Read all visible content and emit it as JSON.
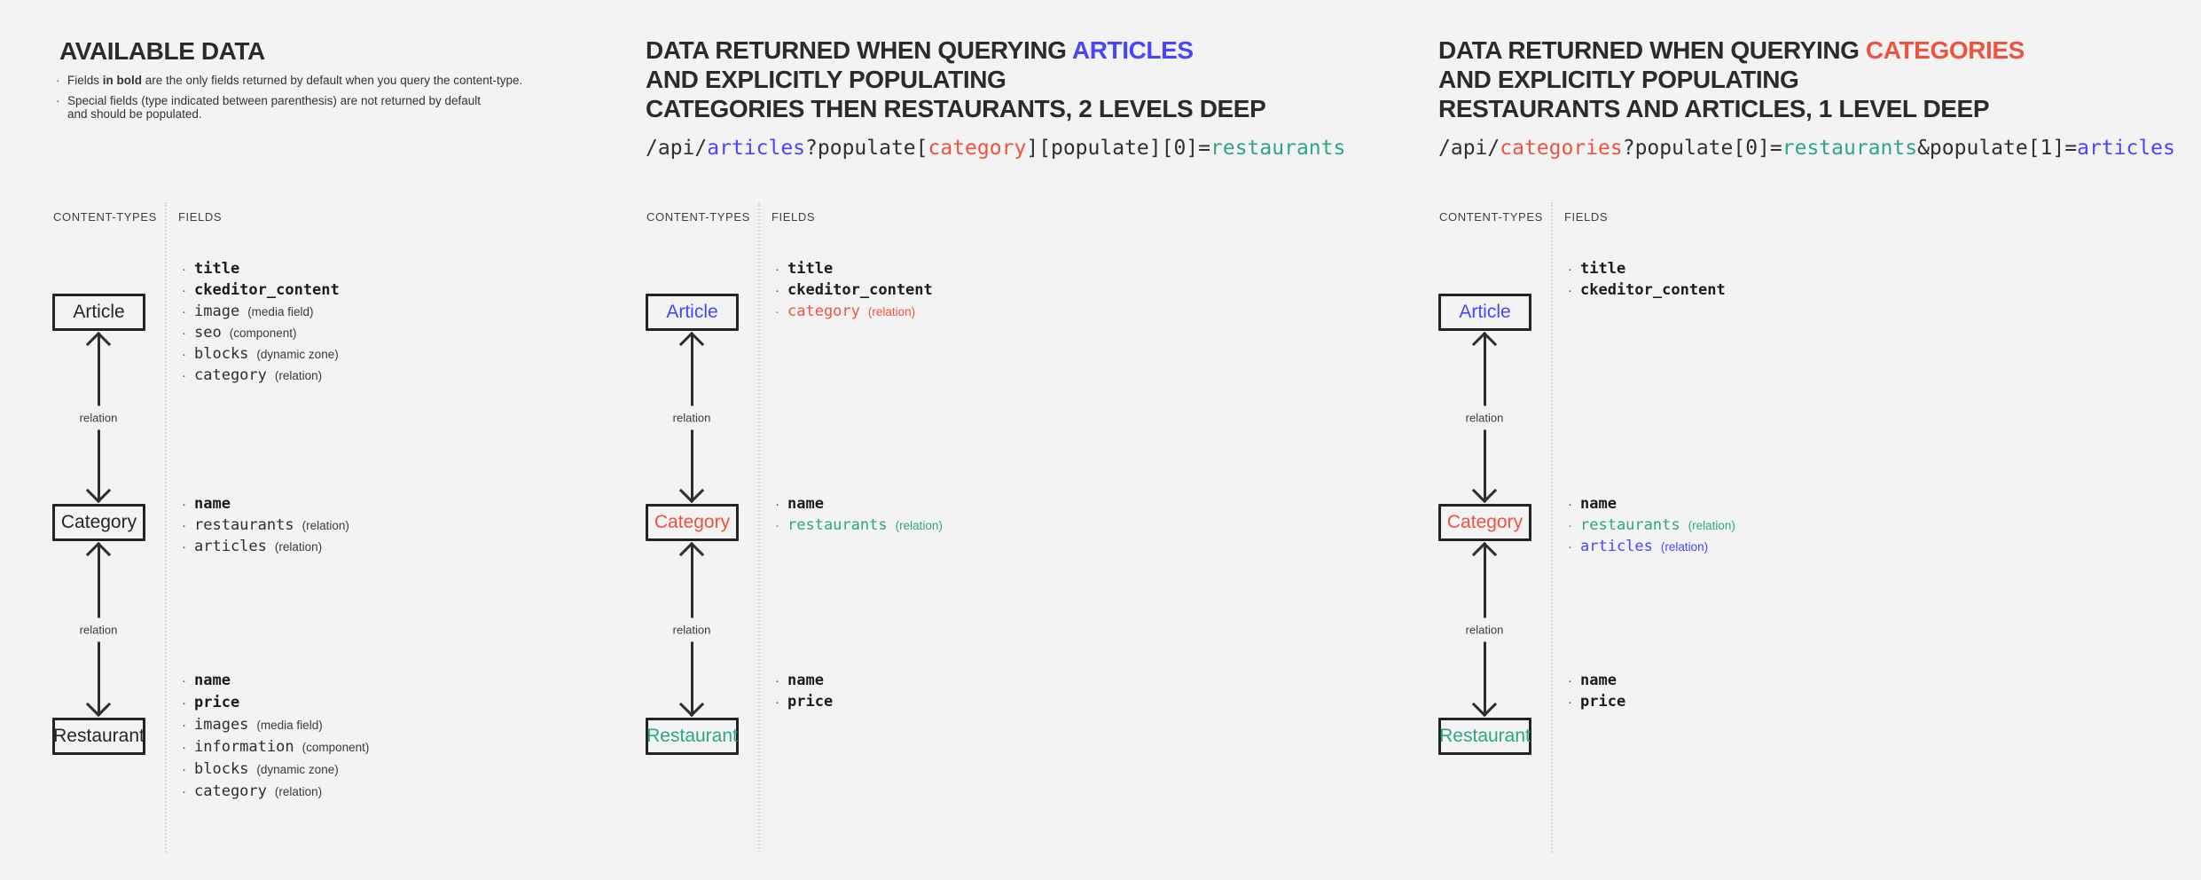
{
  "colors": {
    "background": "#f2f3f2",
    "ink": "#2b2b2b",
    "line": "#2e2e2e",
    "dotted": "#d6d6d6",
    "blue": "#4945ff",
    "red": "#ee5340",
    "teal": "#2ca58a"
  },
  "diagram_labels": {
    "content_types": "CONTENT-TYPES",
    "fields": "FIELDS",
    "relation": "relation",
    "bullet": "·"
  },
  "left_panel": {
    "title": "AVAILABLE DATA",
    "note1": {
      "pre": "Fields ",
      "bold": "in bold",
      "post": " are the only fields returned by default when you query the content-type."
    },
    "note2": {
      "line1": "Special fields (type indicated between parenthesis) are not returned by default",
      "line2": "and should be populated."
    },
    "boxes": {
      "article": "Article",
      "category": "Category",
      "restaurant": "Restaurant"
    },
    "fields": {
      "article": [
        {
          "name": "title",
          "bold": true
        },
        {
          "name": "ckeditor_content",
          "bold": true
        },
        {
          "name": "image",
          "type": "(media field)"
        },
        {
          "name": "seo",
          "type": "(component)"
        },
        {
          "name": "blocks",
          "type": "(dynamic zone)"
        },
        {
          "name": "category",
          "type": "(relation)"
        }
      ],
      "category": [
        {
          "name": "name",
          "bold": true
        },
        {
          "name": "restaurants",
          "type": "(relation)"
        },
        {
          "name": "articles",
          "type": "(relation)"
        }
      ],
      "restaurant": [
        {
          "name": "name",
          "bold": true
        },
        {
          "name": "price",
          "bold": true
        },
        {
          "name": "images",
          "type": "(media field)"
        },
        {
          "name": "information",
          "type": "(component)"
        },
        {
          "name": "blocks",
          "type": "(dynamic zone)"
        },
        {
          "name": "category",
          "type": "(relation)"
        }
      ]
    }
  },
  "middle_panel": {
    "title": {
      "line1_pre": "DATA RETURNED WHEN QUERYING ",
      "line1_highlight": "ARTICLES",
      "line2": "AND EXPLICITLY POPULATING",
      "line3": "CATEGORIES THEN RESTAURANTS, 2 LEVELS DEEP"
    },
    "url": {
      "s1": "/api/",
      "s2": "articles",
      "s3": "?populate[",
      "s4": "category",
      "s5": "][populate][0]=",
      "s6": "restaurants"
    },
    "boxes": {
      "article": "Article",
      "category": "Category",
      "restaurant": "Restaurant"
    },
    "fields": {
      "article": [
        {
          "name": "title",
          "bold": true
        },
        {
          "name": "ckeditor_content",
          "bold": true
        },
        {
          "name": "category",
          "type": "(relation)",
          "color": "red"
        }
      ],
      "category": [
        {
          "name": "name",
          "bold": true
        },
        {
          "name": "restaurants",
          "type": "(relation)",
          "color": "teal"
        }
      ],
      "restaurant": [
        {
          "name": "name",
          "bold": true
        },
        {
          "name": "price",
          "bold": true
        }
      ]
    }
  },
  "right_panel": {
    "title": {
      "line1_pre": "DATA RETURNED WHEN QUERYING ",
      "line1_highlight": "CATEGORIES",
      "line2": "AND EXPLICITLY POPULATING",
      "line3": "RESTAURANTS AND ARTICLES, 1 LEVEL DEEP"
    },
    "url": {
      "s1": "/api/",
      "s2": "categories",
      "s3": "?populate[0]=",
      "s4": "restaurants",
      "s5": "&populate[1]=",
      "s6": "articles"
    },
    "boxes": {
      "article": "Article",
      "category": "Category",
      "restaurant": "Restaurant"
    },
    "fields": {
      "article": [
        {
          "name": "title",
          "bold": true
        },
        {
          "name": "ckeditor_content",
          "bold": true
        }
      ],
      "category": [
        {
          "name": "name",
          "bold": true
        },
        {
          "name": "restaurants",
          "type": "(relation)",
          "color": "teal"
        },
        {
          "name": "articles",
          "type": "(relation)",
          "color": "blue"
        }
      ],
      "restaurant": [
        {
          "name": "name",
          "bold": true
        },
        {
          "name": "price",
          "bold": true
        }
      ]
    }
  }
}
